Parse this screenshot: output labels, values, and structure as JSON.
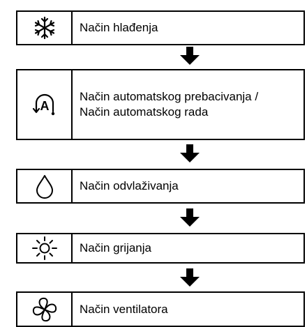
{
  "modes": [
    {
      "icon": "snowflake-icon",
      "label": "Način hlađenja"
    },
    {
      "icon": "auto-mode-icon",
      "label": "Način automatskog prebacivanja /",
      "label2": "Način automatskog rada",
      "icon_text": "A"
    },
    {
      "icon": "water-drop-icon",
      "label": "Način odvlaživanja"
    },
    {
      "icon": "sun-icon",
      "label": "Način grijanja"
    },
    {
      "icon": "fan-icon",
      "label": "Način ventilatora"
    }
  ]
}
